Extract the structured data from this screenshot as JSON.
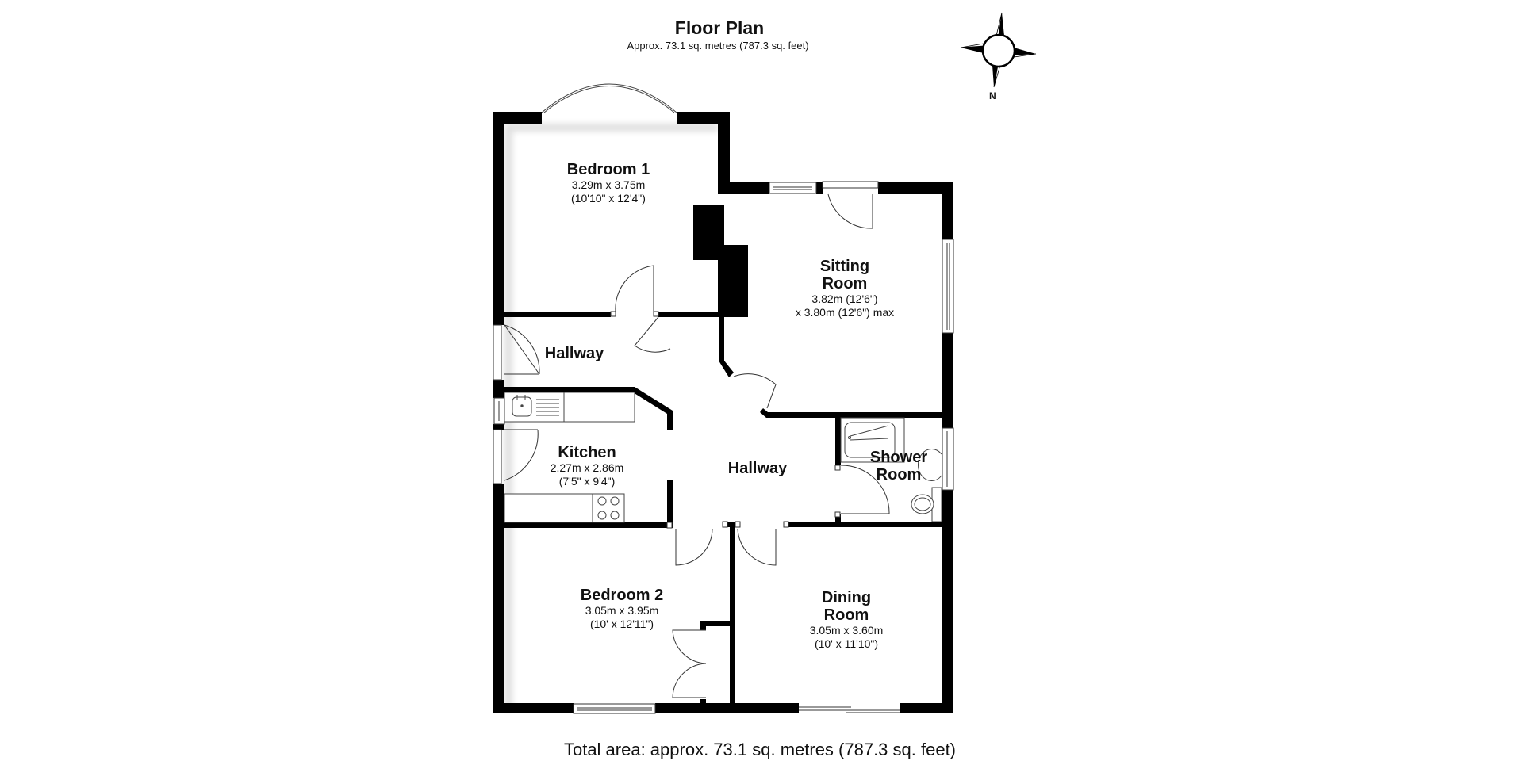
{
  "header": {
    "title": "Floor Plan",
    "subtitle": "Approx. 73.1 sq. metres (787.3 sq. feet)"
  },
  "compass": {
    "icon": "compass-rose-icon",
    "label": "N"
  },
  "rooms": [
    {
      "id": "bedroom-1",
      "name_lines": [
        "Bedroom 1"
      ],
      "dims": [
        "3.29m x 3.75m",
        "(10'10\" x 12'4\")"
      ]
    },
    {
      "id": "sitting-room",
      "name_lines": [
        "Sitting",
        "Room"
      ],
      "dims": [
        "3.82m (12'6\")",
        "x 3.80m (12'6\") max"
      ]
    },
    {
      "id": "hallway-upper",
      "name_lines": [
        "Hallway"
      ],
      "dims": []
    },
    {
      "id": "kitchen",
      "name_lines": [
        "Kitchen"
      ],
      "dims": [
        "2.27m x 2.86m",
        "(7'5\" x 9'4\")"
      ]
    },
    {
      "id": "hallway-lower",
      "name_lines": [
        "Hallway"
      ],
      "dims": []
    },
    {
      "id": "shower-room",
      "name_lines": [
        "Shower",
        "Room"
      ],
      "dims": []
    },
    {
      "id": "bedroom-2",
      "name_lines": [
        "Bedroom 2"
      ],
      "dims": [
        "3.05m x 3.95m",
        "(10' x 12'11\")"
      ]
    },
    {
      "id": "dining-room",
      "name_lines": [
        "Dining",
        "Room"
      ],
      "dims": [
        "3.05m x 3.60m",
        "(10' x 11'10\")"
      ]
    }
  ],
  "footer": {
    "total_area": "Total area: approx. 73.1 sq. metres (787.3 sq. feet)"
  },
  "colors": {
    "wall": "#000000",
    "background": "#ffffff",
    "fixture_line": "#555555"
  }
}
